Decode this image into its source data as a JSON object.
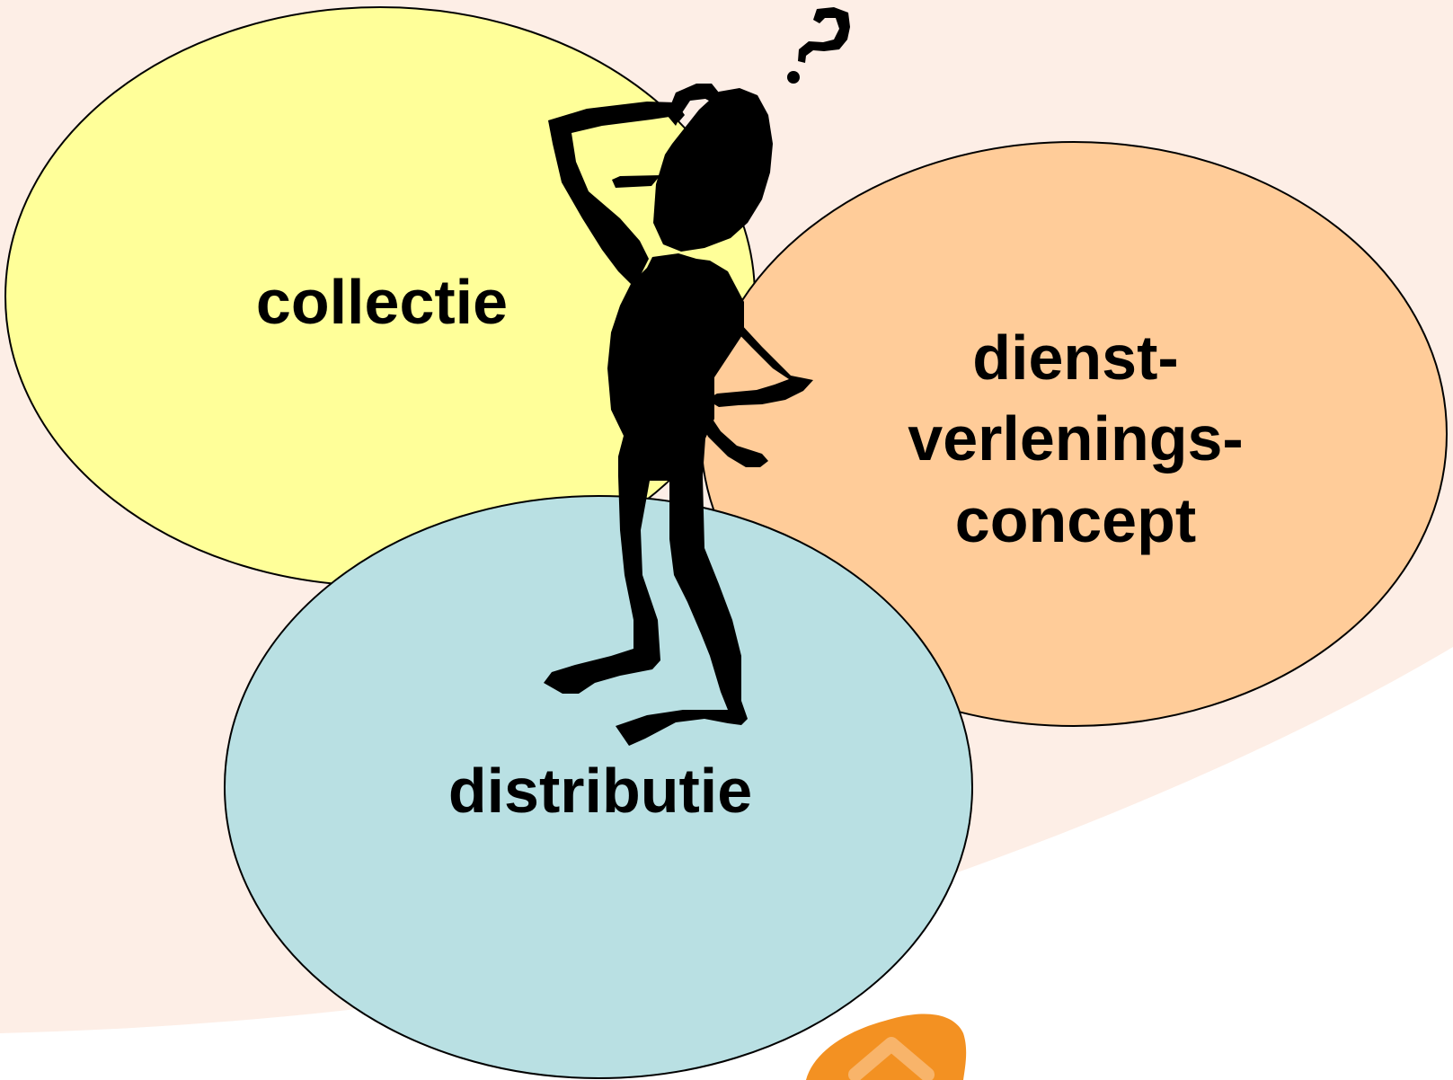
{
  "ellipses": [
    {
      "id": "collectie",
      "label_lines": [
        "collectie"
      ],
      "fill": "#FFFF99"
    },
    {
      "id": "dienstverleningsconcept",
      "label_lines": [
        "dienst-",
        "verlenings-",
        "concept"
      ],
      "fill": "#FFCC99"
    },
    {
      "id": "distributie",
      "label_lines": [
        "distributie"
      ],
      "fill": "#B9E0E3"
    }
  ],
  "colors": {
    "background_wash": "#FDEEE6",
    "outline": "#000000",
    "figure": "#000000",
    "accent": "#F39122"
  },
  "figure": {
    "name": "thinking-stick-figure",
    "symbol": "?"
  }
}
